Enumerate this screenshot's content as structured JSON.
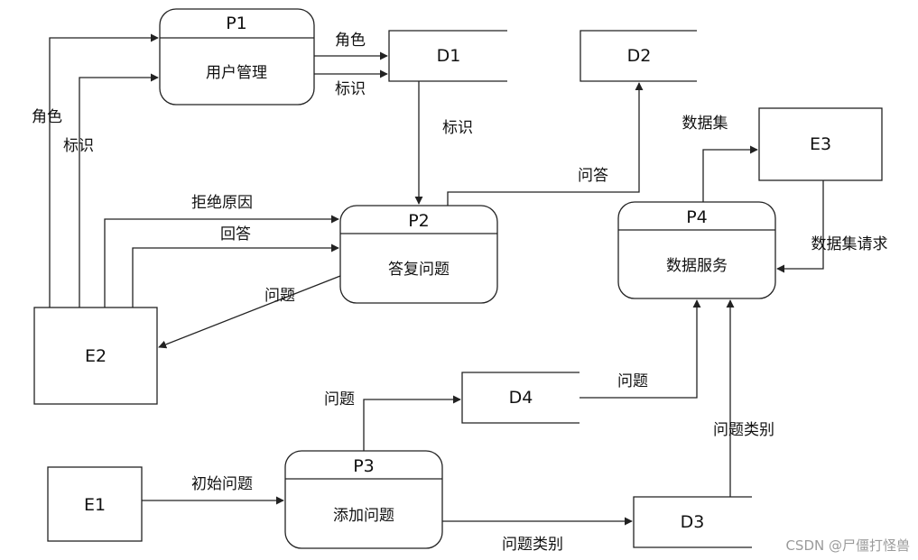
{
  "processes": {
    "p1": {
      "id": "P1",
      "name": "用户管理"
    },
    "p2": {
      "id": "P2",
      "name": "答复问题"
    },
    "p3": {
      "id": "P3",
      "name": "添加问题"
    },
    "p4": {
      "id": "P4",
      "name": "数据服务"
    }
  },
  "stores": {
    "d1": "D1",
    "d2": "D2",
    "d3": "D3",
    "d4": "D4"
  },
  "entities": {
    "e1": "E1",
    "e2": "E2",
    "e3": "E3"
  },
  "flows": {
    "p1_to_d1_role": "角色",
    "p1_to_d1_id": "标识",
    "e2_to_p1_role": "角色",
    "e2_to_p1_id": "标识",
    "d1_to_p2": "标识",
    "p2_to_d2": "问答",
    "e2_to_p2_reason": "拒绝原因",
    "e2_to_p2_answer": "回答",
    "p2_to_e2": "问题",
    "p4_to_e3": "数据集",
    "e3_to_p4": "数据集请求",
    "d4_to_p4": "问题",
    "d3_to_p4": "问题类别",
    "p3_to_d4": "问题",
    "e1_to_p3": "初始问题",
    "p3_to_d3": "问题类别"
  },
  "watermark": "CSDN @尸僵打怪兽"
}
